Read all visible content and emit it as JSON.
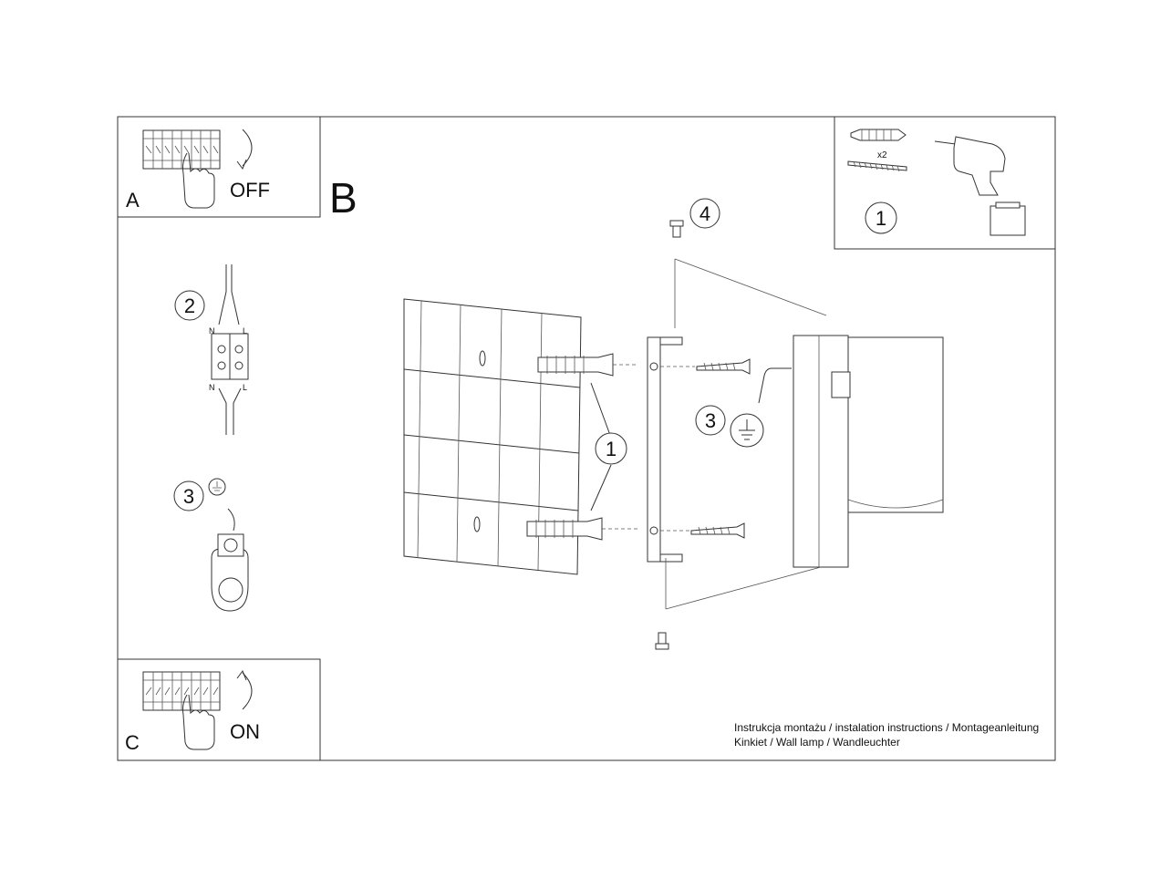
{
  "panels": {
    "a": {
      "letter": "A",
      "action": "OFF"
    },
    "b": {
      "letter": "B"
    },
    "c": {
      "letter": "C",
      "action": "ON"
    }
  },
  "steps": {
    "tools": {
      "number": "1",
      "qty": "x2"
    },
    "wires": {
      "number": "2",
      "n_top": "N",
      "l_top": "L",
      "n_bottom": "N",
      "l_bottom": "L"
    },
    "earth": {
      "number": "3"
    },
    "main_plugs": {
      "number": "1"
    },
    "main_earth": {
      "number": "3"
    },
    "main_screws": {
      "number": "4"
    }
  },
  "caption": {
    "line1": "Instrukcja montażu / instalation instructions / Montageanleitung",
    "line2": "Kinkiet / Wall lamp / Wandleuchter"
  }
}
